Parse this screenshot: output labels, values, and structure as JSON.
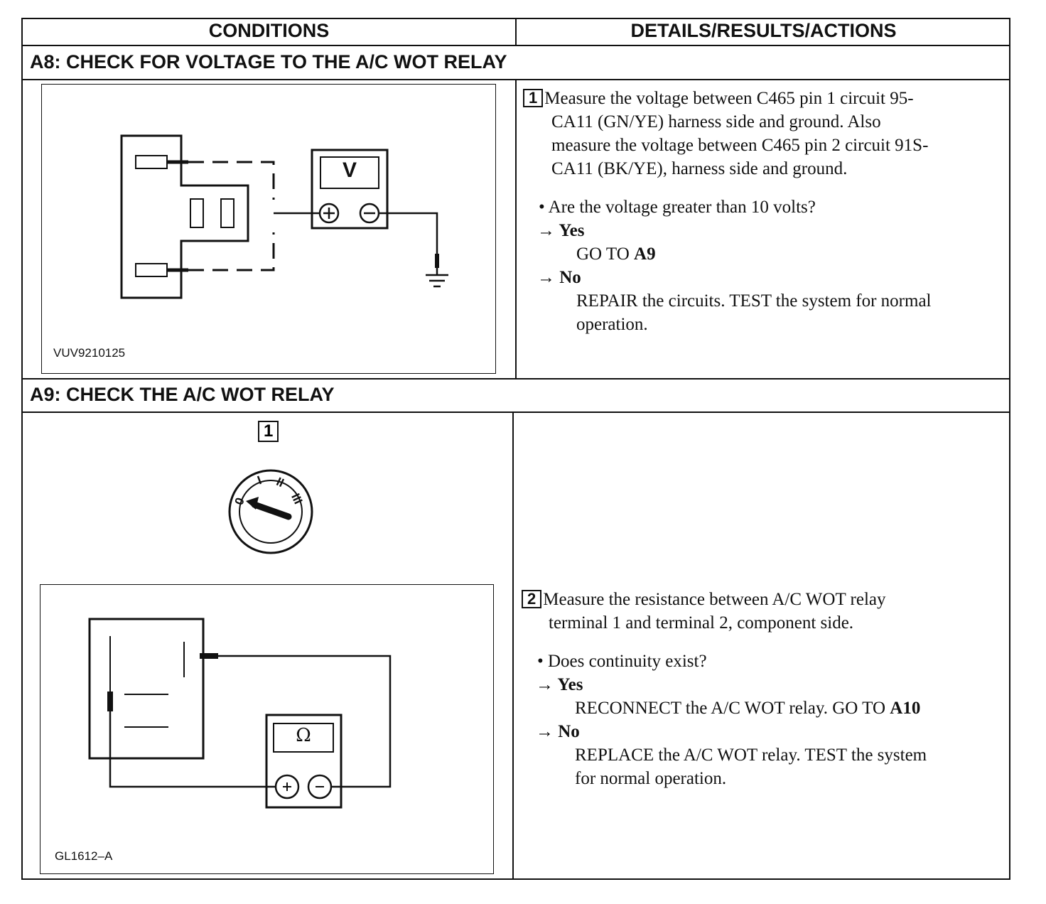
{
  "table": {
    "col_conditions": "CONDITIONS",
    "col_details": "DETAILS/RESULTS/ACTIONS"
  },
  "a8": {
    "title": "A8: CHECK FOR VOLTAGE TO THE A/C WOT RELAY",
    "figure_id": "VUV9210125",
    "meter_symbol": "V",
    "step_number": "1",
    "step_lines": [
      "Measure the voltage between C465 pin 1 circuit 95-",
      "CA11 (GN/YE) harness side and ground. Also",
      "measure the voltage between C465 pin 2 circuit 91S-",
      "CA11 (BK/YE), harness side and ground."
    ],
    "question": "• Are the voltage greater than 10 volts?",
    "yes_label": "→ Yes",
    "yes_action_text": "GO TO ",
    "yes_action_ref": "A9",
    "no_label": "→ No",
    "no_action_lines": [
      "REPAIR the circuits. TEST the system for normal",
      "operation."
    ]
  },
  "a9": {
    "title": "A9: CHECK THE A/C WOT RELAY",
    "step1_number": "1",
    "ignition_positions": [
      "0",
      "I",
      "II",
      "III"
    ],
    "figure_id": "GL1612–A",
    "meter_symbol": "Ω",
    "step_number": "2",
    "step_lines": [
      "Measure the resistance between A/C WOT relay",
      "terminal 1 and terminal 2, component side."
    ],
    "question": "• Does continuity exist?",
    "yes_label": "→ Yes",
    "yes_action_text": "RECONNECT the A/C WOT relay. GO TO ",
    "yes_action_ref": "A10",
    "no_label": "→ No",
    "no_action_lines": [
      "REPLACE the A/C WOT relay. TEST the system",
      "for normal operation."
    ]
  }
}
